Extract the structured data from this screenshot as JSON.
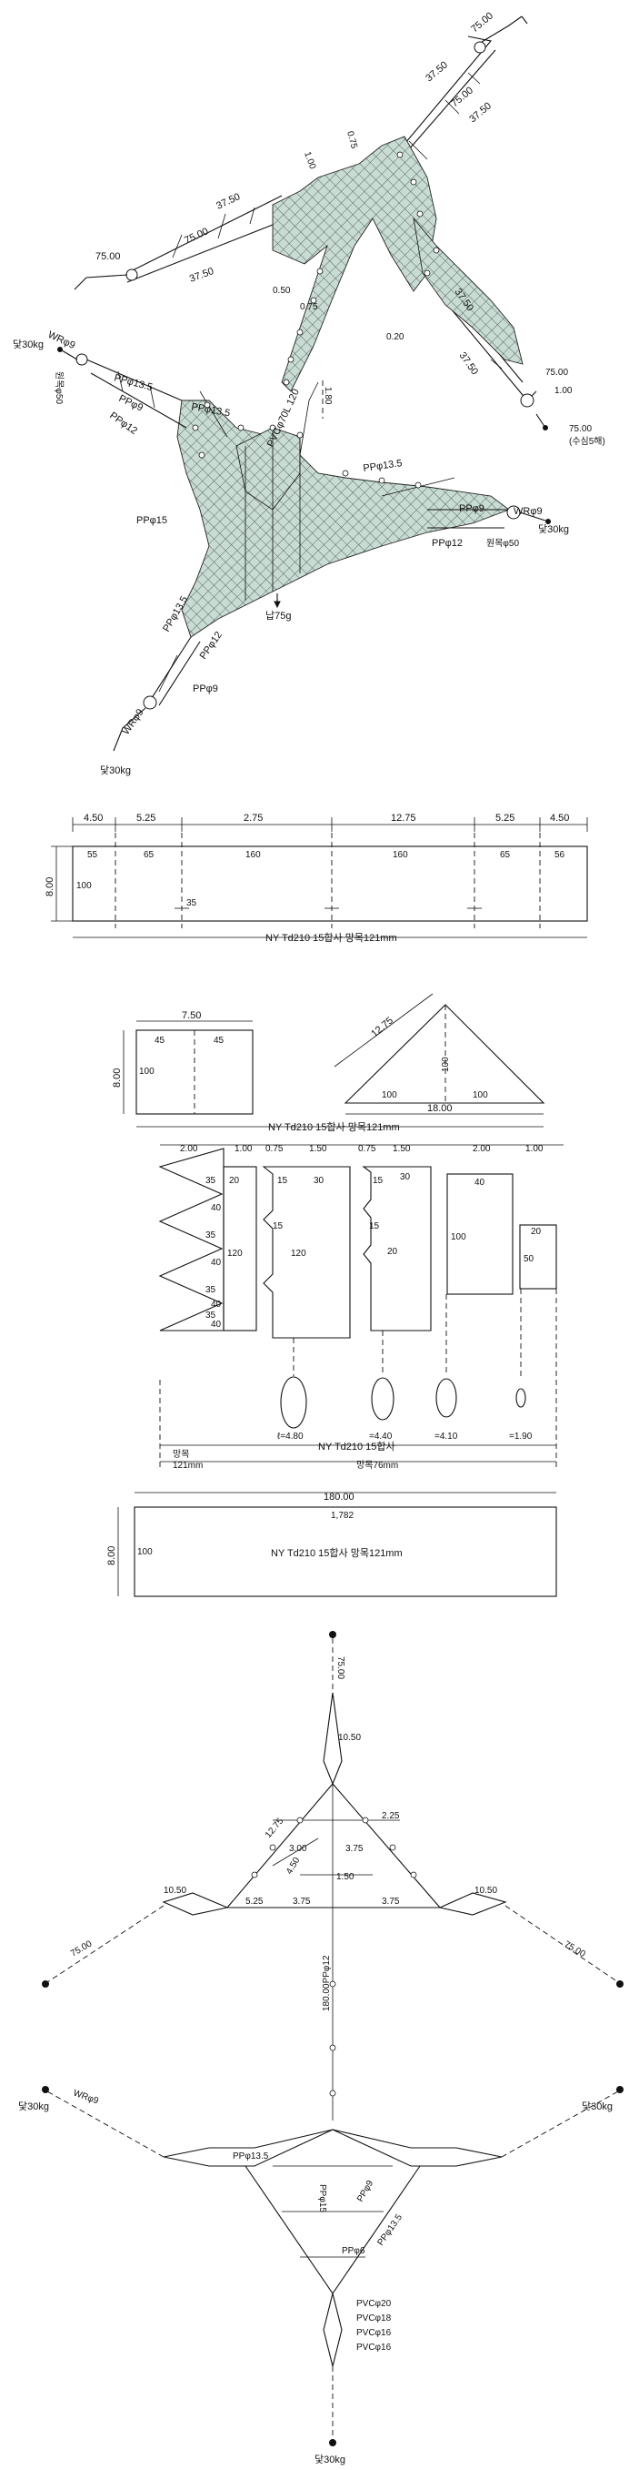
{
  "colors": {
    "net_fill": "#c9dcd3",
    "line": "#111111",
    "background": "#ffffff"
  },
  "fig1": {
    "arm_lengths": [
      "75.00",
      "37.50",
      "75.00",
      "37.50",
      "75.00",
      "37.50",
      "75.00",
      "37.50",
      "37.50",
      "37.50"
    ],
    "dims": [
      "1.00",
      "0.75",
      "0.50",
      "0.75",
      "0.20",
      "1.00",
      "75.00",
      "(수심5해)"
    ],
    "vertical_dim": "1.80",
    "left_sinker": "닻30kg",
    "left_wr": "WRφ9",
    "left_float": "원목φ50",
    "right_float": "원목φ50",
    "right_wr": "WRφ9",
    "right_sinker": "닻30kg",
    "bottom_wr": "WRφ9",
    "bottom_sinker": "닻30kg",
    "pp_labels": [
      "PPφ13.5",
      "PPφ9",
      "PPφ12",
      "PPφ13.5",
      "PPφ15",
      "PPφ13.5",
      "PPφ9",
      "PPφ12",
      "PPφ13.5",
      "PPφ12",
      "PPφ9"
    ],
    "pvc": "PVCφ70L 120",
    "sinker_center": "납75g"
  },
  "fig2": {
    "top_dims": [
      "4.50",
      "5.25",
      "2.75",
      "12.75",
      "5.25",
      "4.50"
    ],
    "meshes": [
      "55",
      "65",
      "160",
      "160",
      "65",
      "56"
    ],
    "height_dim": "8.00",
    "height_mesh": "100",
    "small_mark": "35",
    "caption": "NY Td210 15합사 망목121mm"
  },
  "fig3": {
    "width_dim": "7.50",
    "meshes": [
      "45",
      "45"
    ],
    "height_dim": "8.00",
    "height_mesh": "100",
    "tri_side": "12.75",
    "tri_mid": "100",
    "tri_base_left": "100",
    "tri_base_right": "100",
    "tri_base_dim": "18.00",
    "caption": "NY Td210 15합사 망목121mm"
  },
  "fig4": {
    "top_dims": [
      "2.00",
      "1.00",
      "0.75",
      "1.50",
      "0.75",
      "1.50",
      "2.00",
      "1.00"
    ],
    "tri_meshes": [
      "35",
      "40",
      "35",
      "40",
      "35",
      "40",
      "35",
      "40"
    ],
    "panel1": [
      "20",
      "120"
    ],
    "panel2": [
      "15",
      "30",
      "15",
      "120"
    ],
    "panel3": [
      "15",
      "30",
      "15",
      "20"
    ],
    "panel4": [
      "40",
      "100"
    ],
    "panel5": [
      "20",
      "50"
    ],
    "ovals": [
      "ℓ=4.80",
      "=4.40",
      "=4.10",
      "=1.90"
    ],
    "caption": "NY Td210 15합사",
    "mesh_left_a": "망목",
    "mesh_left_b": "121mm",
    "mesh_right": "망목76mm"
  },
  "fig5": {
    "width_dim": "180.00",
    "mesh": "1,782",
    "height_dim": "8.00",
    "height_mesh": "100",
    "caption": "NY Td210 15합사 망목121mm"
  },
  "fig6": {
    "top_len": "75.00",
    "top_inner": "10.50",
    "dims": [
      "12.75",
      "2.25",
      "3.00",
      "3.75",
      "4.50",
      "1.50",
      "5.25",
      "3.75",
      "3.75"
    ],
    "left_len": "75.00",
    "left_inner": "10.50",
    "right_inner": "10.50",
    "right_len": "75.00",
    "center": "180.00PPφ12",
    "bl_sinker": "닻30kg",
    "bl_wr": "WRφ9",
    "br_sinker": "닻30kg",
    "bottom_labels": [
      "PPφ13.5",
      "PPφ15",
      "PPφ9",
      "PPφ6",
      "PPφ13.5"
    ],
    "pvc": [
      "PVCφ20",
      "PVCφ18",
      "PVCφ16",
      "PVCφ16"
    ],
    "bottom_sinker": "닻30kg"
  }
}
